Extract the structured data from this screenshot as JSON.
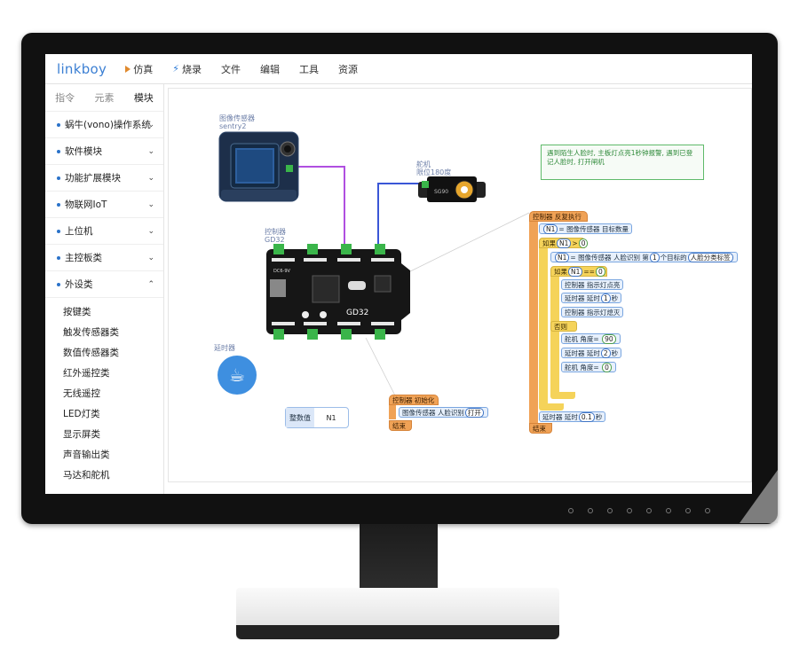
{
  "app": {
    "logo": "linkboy"
  },
  "menu": [
    {
      "label": "仿真",
      "icon": "play-icon"
    },
    {
      "label": "烧录",
      "icon": "lightning-icon"
    },
    {
      "label": "文件"
    },
    {
      "label": "编辑"
    },
    {
      "label": "工具"
    },
    {
      "label": "资源"
    }
  ],
  "sidebar": {
    "tabs": [
      "指令",
      "元素",
      "模块"
    ],
    "categories": [
      {
        "label": "蜗牛(vono)操作系统"
      },
      {
        "label": "软件模块"
      },
      {
        "label": "功能扩展模块"
      },
      {
        "label": "物联网IoT"
      },
      {
        "label": "上位机"
      },
      {
        "label": "主控板类"
      },
      {
        "label": "外设类"
      }
    ],
    "subitems": [
      "按键类",
      "触发传感器类",
      "数值传感器类",
      "红外遥控类",
      "无线遥控",
      "LED灯类",
      "显示屏类",
      "声音输出类",
      "马达和舵机"
    ]
  },
  "canvas": {
    "sensor": {
      "label1": "图像传感器",
      "label2": "sentry2"
    },
    "servo": {
      "label1": "舵机",
      "label2": "限位180度"
    },
    "controller": {
      "label1": "控制器",
      "label2": "GD32",
      "board_text": "GD32",
      "power_text": "DC6-9V"
    },
    "delay": {
      "label": "延时器"
    },
    "variable": {
      "type": "整数值",
      "name": "N1"
    },
    "note": "遇到陌生人脸时, 主板灯点亮1秒钟报警, 遇到已登记人脸时, 打开闸机",
    "init_block": {
      "header": "控制器 初始化",
      "line": "图像传感器 人脸识别",
      "value": "打开",
      "end": "结束"
    },
    "loop_block": {
      "header": "控制器 反复执行",
      "assign1_var": "N1",
      "assign1_expr": "图像传感器 目标数量",
      "if1": "如果",
      "if1_var": "N1",
      "if1_op": ">",
      "if1_val": "0",
      "assign2_var": "N1",
      "assign2_expr_a": "图像传感器 人脸识别 第",
      "assign2_index": "1",
      "assign2_expr_b": "个目标的",
      "assign2_field": "人脸分类标签",
      "if2": "如果",
      "if2_var": "N1",
      "if2_op": "==",
      "if2_val": "0",
      "s1": "控制器 指示灯点亮",
      "s2a": "延时器 延时",
      "s2v": "1",
      "s2b": "秒",
      "s3": "控制器 指示灯熄灭",
      "else": "否则",
      "s4a": "舵机 角度",
      "s4v": "90",
      "s5a": "延时器 延时",
      "s5v": "2",
      "s5b": "秒",
      "s6a": "舵机 角度",
      "s6v": "0",
      "s7a": "延时器 延时",
      "s7v": "0.1",
      "s7b": "秒",
      "end": "结束"
    }
  },
  "colors": {
    "accent": "#3b7fd3",
    "wire_purple": "#b04fe0",
    "wire_blue": "#3a56d6",
    "block_orange": "#f0a256",
    "block_blue": "#5b96e6"
  }
}
